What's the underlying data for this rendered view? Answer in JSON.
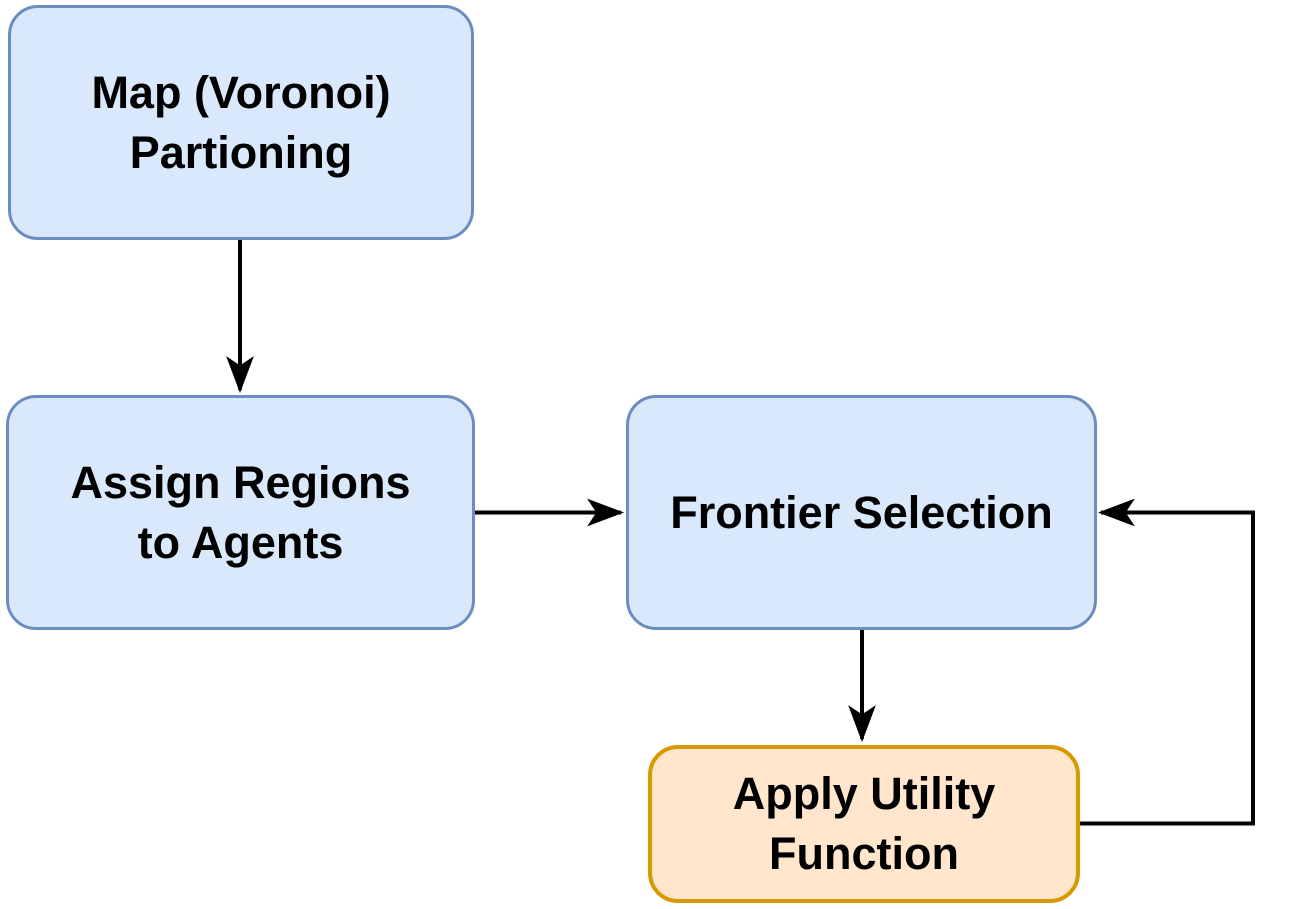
{
  "diagram": {
    "type": "flowchart",
    "background_color": "#ffffff",
    "arrow_color": "#000000",
    "text_color": "#000000",
    "nodes": [
      {
        "id": "map-voronoi-partitioning",
        "label": "Map (Voronoi)\nPartioning",
        "fill": "#dae8fc",
        "border": "#6c8ebf",
        "shape": "rounded-rectangle"
      },
      {
        "id": "assign-regions-to-agents",
        "label": "Assign Regions\nto Agents",
        "fill": "#dae8fc",
        "border": "#6c8ebf",
        "shape": "rounded-rectangle"
      },
      {
        "id": "frontier-selection",
        "label": "Frontier Selection",
        "fill": "#dae8fc",
        "border": "#6c8ebf",
        "shape": "rounded-rectangle"
      },
      {
        "id": "apply-utility-function",
        "label": "Apply Utility\nFunction",
        "fill": "#ffe6cc",
        "border": "#d79b00",
        "shape": "rounded-rectangle"
      }
    ],
    "edges": [
      {
        "from": "map-voronoi-partitioning",
        "to": "assign-regions-to-agents",
        "style": "solid-arrow",
        "route": "straight-down"
      },
      {
        "from": "assign-regions-to-agents",
        "to": "frontier-selection",
        "style": "solid-arrow",
        "route": "straight-right"
      },
      {
        "from": "frontier-selection",
        "to": "apply-utility-function",
        "style": "solid-arrow",
        "route": "straight-down"
      },
      {
        "from": "apply-utility-function",
        "to": "frontier-selection",
        "style": "solid-arrow",
        "route": "feedback-loop-right-up-left"
      }
    ]
  }
}
